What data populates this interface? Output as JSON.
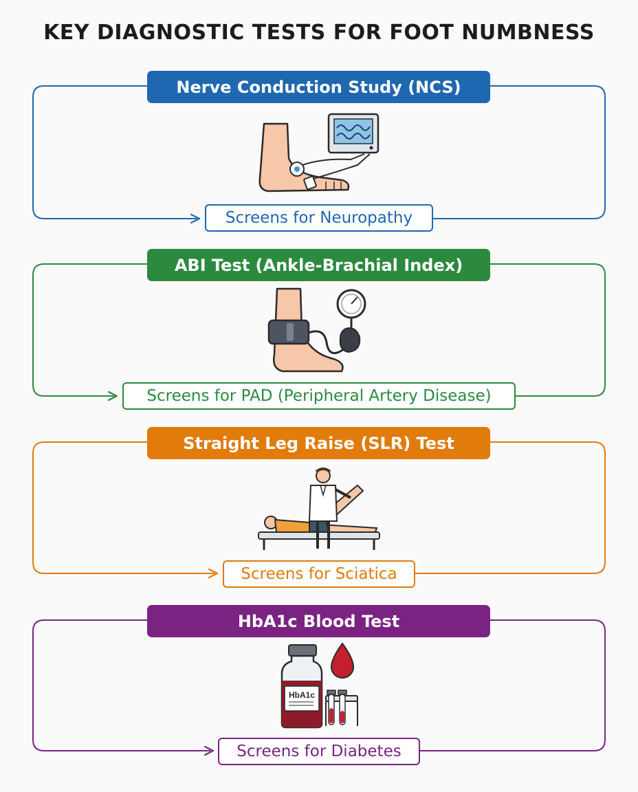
{
  "title": "KEY DIAGNOSTIC TESTS FOR FOOT NUMBNESS",
  "tests": [
    {
      "name": "Nerve Conduction Study (NCS)",
      "result": "Screens for Neuropathy",
      "color": "#1f67b1",
      "icon": "foot-nerve-monitor-icon"
    },
    {
      "name": "ABI Test (Ankle-Brachial Index)",
      "result": "Screens for PAD (Peripheral Artery Disease)",
      "color": "#2b8a3e",
      "icon": "ankle-cuff-gauge-icon"
    },
    {
      "name": "Straight Leg Raise (SLR) Test",
      "result": "Screens for Sciatica",
      "color": "#e07b0c",
      "icon": "doctor-leg-raise-icon"
    },
    {
      "name": "HbA1c Blood Test",
      "result": "Screens for Diabetes",
      "color": "#7b2382",
      "icon": "blood-vial-icon",
      "bottle_label": "HbA1c"
    }
  ]
}
